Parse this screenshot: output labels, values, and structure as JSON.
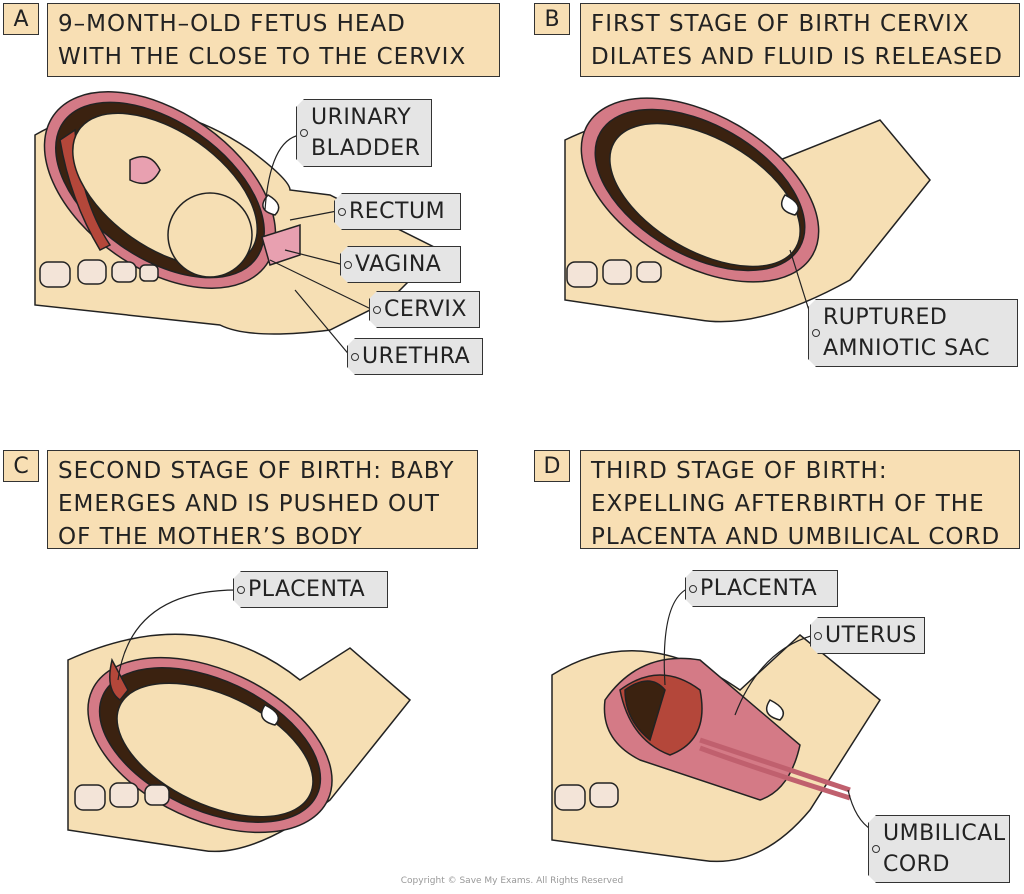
{
  "panels": [
    {
      "letter": "A",
      "title_lines": [
        "9–MONTH–OLD FETUS HEAD",
        "WITH THE CLOSE TO THE CERVIX"
      ],
      "labels": [
        [
          "URINARY",
          "BLADDER"
        ],
        [
          "RECTUM"
        ],
        [
          "VAGINA"
        ],
        [
          "CERVIX"
        ],
        [
          "URETHRA"
        ]
      ]
    },
    {
      "letter": "B",
      "title_lines": [
        "FIRST STAGE OF BIRTH CERVIX",
        "DILATES AND FLUID IS RELEASED"
      ],
      "labels": [
        [
          "RUPTURED",
          "AMNIOTIC SAC"
        ]
      ]
    },
    {
      "letter": "C",
      "title_lines": [
        "SECOND STAGE OF BIRTH: BABY",
        "EMERGES AND IS PUSHED OUT",
        "OF THE MOTHER’S BODY"
      ],
      "labels": [
        [
          "PLACENTA"
        ]
      ]
    },
    {
      "letter": "D",
      "title_lines": [
        "THIRD STAGE OF BIRTH:",
        "EXPELLING AFTERBIRTH OF THE",
        "PLACENTA AND UMBILICAL CORD"
      ],
      "labels": [
        [
          "PLACENTA"
        ],
        [
          "UTERUS"
        ],
        [
          "UMBILICAL",
          "CORD"
        ]
      ]
    }
  ],
  "copyright": "Copyright © Save My Exams. All Rights Reserved",
  "colors": {
    "header": "#f8dfb4",
    "body": "#f6dfb4",
    "label": "#e5e5e5",
    "uterus": "#d47a86",
    "placenta": "#b4473a",
    "sac": "#3b2210"
  }
}
